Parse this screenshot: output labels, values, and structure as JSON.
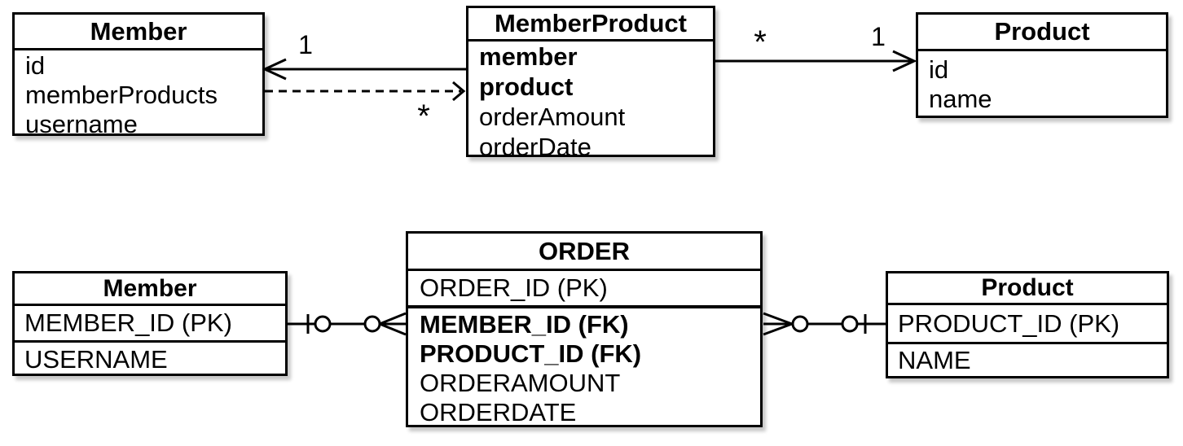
{
  "uml": {
    "member": {
      "title": "Member",
      "attributes": [
        "id",
        "memberProducts",
        "username"
      ]
    },
    "memberProduct": {
      "title": "MemberProduct",
      "attributes": [
        "member",
        "product",
        "orderAmount",
        "orderDate"
      ]
    },
    "product": {
      "title": "Product",
      "attributes": [
        "id",
        "name"
      ]
    },
    "labels": {
      "member_one": "1",
      "memberproduct_many": "*",
      "product_many": "*",
      "product_one": "1"
    }
  },
  "er": {
    "member": {
      "title": "Member",
      "pk": "MEMBER_ID (PK)",
      "columns": [
        "USERNAME"
      ]
    },
    "order": {
      "title": "ORDER",
      "pk": "ORDER_ID (PK)",
      "columns": [
        "MEMBER_ID (FK)",
        "PRODUCT_ID (FK)",
        "ORDERAMOUNT",
        "ORDERDATE"
      ]
    },
    "product": {
      "title": "Product",
      "pk": "PRODUCT_ID (PK)",
      "columns": [
        "NAME"
      ]
    }
  }
}
